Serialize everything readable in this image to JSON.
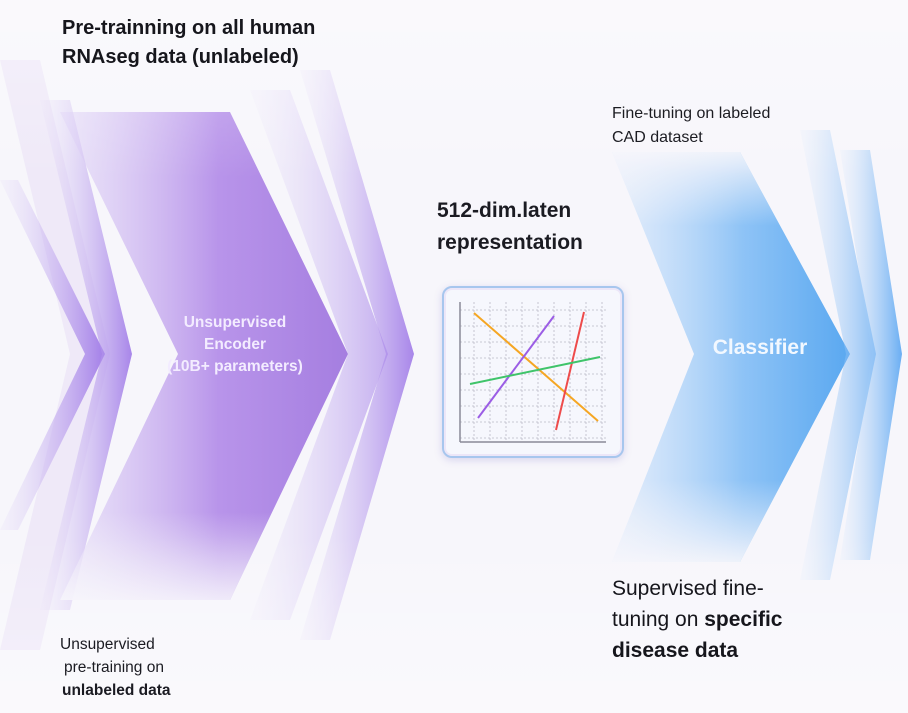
{
  "stage1": {
    "title": "Pre-trainning on all human RNAseg data (unlabeled)",
    "encoder_line1": "Unsupervised",
    "encoder_line2": "Encoder",
    "encoder_line3": "(10B+ parameters)",
    "caption_line1": "Unsupervised",
    "caption_line2": "pre-training on",
    "caption_line3": "unlabeled data"
  },
  "stage2": {
    "title_line1": "512-dim.laten",
    "title_line2": "representation",
    "chart_lines": [
      {
        "name": "orange-line",
        "color": "#f5a623"
      },
      {
        "name": "purple-line",
        "color": "#9b5de5"
      },
      {
        "name": "red-line",
        "color": "#ee4b4b"
      },
      {
        "name": "green-line",
        "color": "#3fc46a"
      }
    ]
  },
  "stage3": {
    "title_line1": "Fine-tuning on labeled",
    "title_line2": "CAD dataset",
    "classifier_label": "Classifier",
    "caption_line1": "Supervised fine-",
    "caption_line2_normal": "tuning on ",
    "caption_line2_bold": "specific",
    "caption_line3_bold": "disease data"
  },
  "colors": {
    "encoder": "#a77de0",
    "classifier": "#5aaaf0",
    "background": "#f7f6fb"
  }
}
